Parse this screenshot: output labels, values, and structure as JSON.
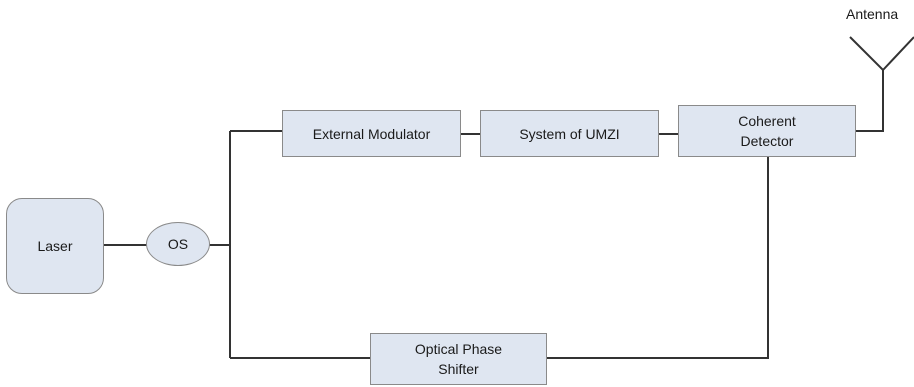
{
  "diagram": {
    "blocks": {
      "laser": "Laser",
      "os": "OS",
      "external_modulator": "External Modulator",
      "umzi": "System of UMZI",
      "coherent_detector": "Coherent\nDetector",
      "phase_shifter": "Optical Phase\nShifter"
    },
    "antenna_label": "Antenna"
  },
  "colors": {
    "block_fill": "#dfe6f1",
    "block_border": "#8a8a8a",
    "wire": "#333333"
  }
}
